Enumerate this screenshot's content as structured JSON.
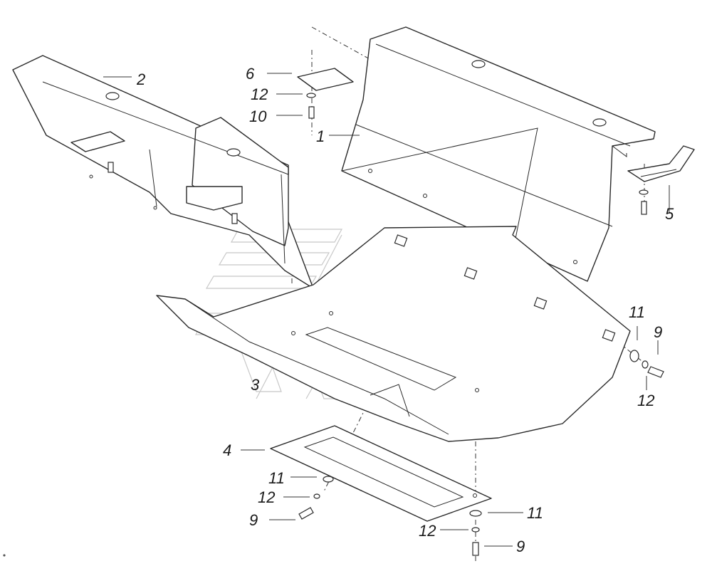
{
  "callouts": {
    "c1": "1",
    "c2": "2",
    "c3": "3",
    "c4": "4",
    "c5": "5",
    "c6": "6",
    "c9a": "9",
    "c9b": "9",
    "c9c": "9",
    "c10": "10",
    "c11a": "11",
    "c11b": "11",
    "c11c": "11",
    "c12a": "12",
    "c12b": "12",
    "c12c": "12",
    "c12d": "12"
  }
}
